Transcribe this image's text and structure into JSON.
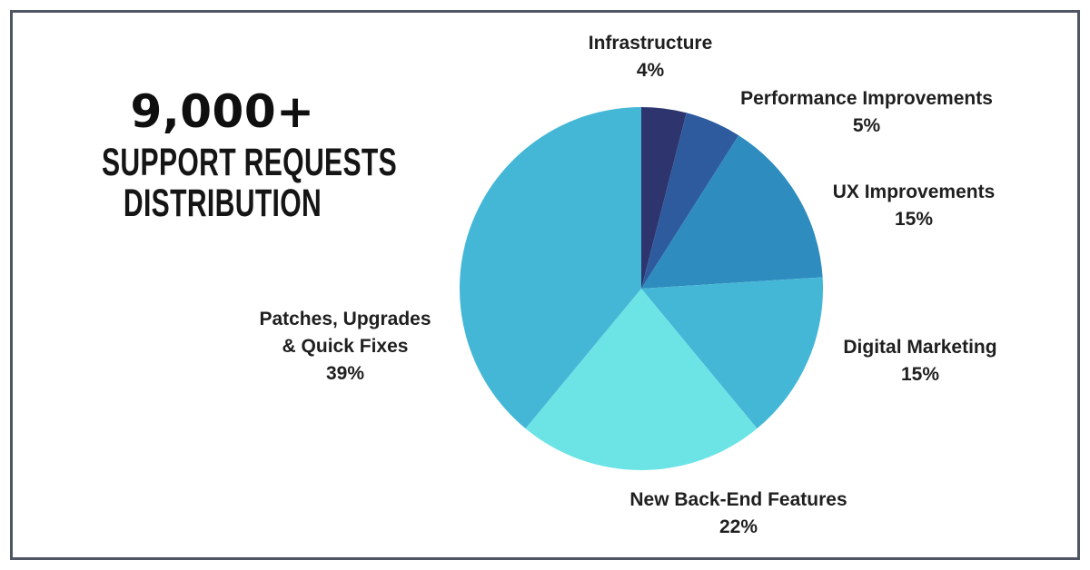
{
  "title": {
    "headline": "9,000+",
    "subtitle_line1": "SUPPORT REQUESTS",
    "subtitle_line2": "DISTRIBUTION"
  },
  "chart_data": {
    "type": "pie",
    "title": "9,000+ Support Requests Distribution",
    "start_angle_deg": 0,
    "direction": "clockwise",
    "legend_position": "outside-labels",
    "slices": [
      {
        "label": "Infrastructure",
        "value": 4,
        "pct_label": "4%",
        "color": "#2e356e"
      },
      {
        "label": "Performance Improvements",
        "value": 5,
        "pct_label": "5%",
        "color": "#2d5b9e"
      },
      {
        "label": "UX Improvements",
        "value": 15,
        "pct_label": "15%",
        "color": "#2e8cbe"
      },
      {
        "label": "Digital Marketing",
        "value": 15,
        "pct_label": "15%",
        "color": "#45b7d6"
      },
      {
        "label": "New Back-End Features",
        "value": 22,
        "pct_label": "22%",
        "color": "#6ce4e6"
      },
      {
        "label": "Patches, Upgrades & Quick Fixes",
        "value": 39,
        "pct_label": "39%",
        "color": "#45b7d6"
      }
    ]
  },
  "callouts": {
    "infrastructure": {
      "name": "Infrastructure",
      "value": "4%"
    },
    "performance": {
      "name": "Performance Improvements",
      "value": "5%"
    },
    "ux": {
      "name": "UX Improvements",
      "value": "15%"
    },
    "digital": {
      "name": "Digital Marketing",
      "value": "15%"
    },
    "backend": {
      "name": "New Back-End Features",
      "value": "22%"
    },
    "patches": {
      "name_line1": "Patches, Upgrades",
      "name_line2": "& Quick Fixes",
      "value": "39%"
    }
  },
  "colors": {
    "border_frame": "#4e5563",
    "background": "#ffffff",
    "text": "#1f1f1f"
  }
}
